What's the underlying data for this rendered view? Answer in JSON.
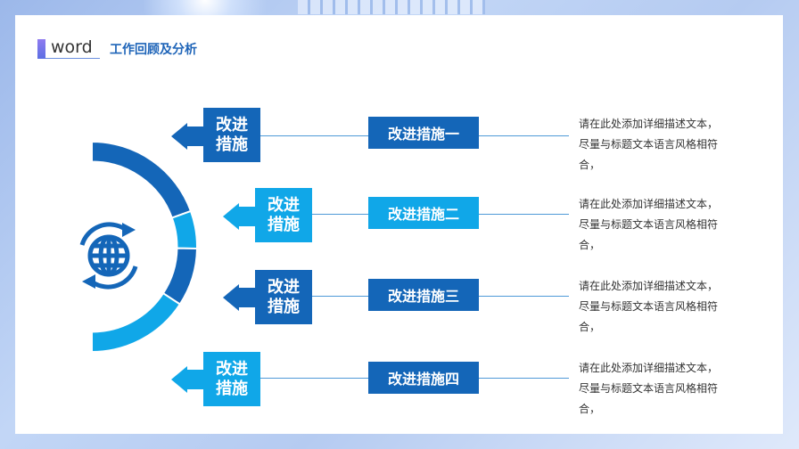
{
  "header": {
    "badge": "word",
    "title": "工作回顾及分析"
  },
  "rows": [
    {
      "arrow_text": "改进\n措施",
      "measure": "改进措施一",
      "desc": "请在此处添加详细描述文本，尽量与标题文本语言风格相符合，"
    },
    {
      "arrow_text": "改进\n措施",
      "measure": "改进措施二",
      "desc": "请在此处添加详细描述文本，尽量与标题文本语言风格相符合，"
    },
    {
      "arrow_text": "改进\n措施",
      "measure": "改进措施三",
      "desc": "请在此处添加详细描述文本，尽量与标题文本语言风格相符合，"
    },
    {
      "arrow_text": "改进\n措施",
      "measure": "改进措施四",
      "desc": "请在此处添加详细描述文本，尽量与标题文本语言风格相符合，"
    }
  ],
  "icons": {
    "center": "globe-refresh-icon"
  },
  "colors": {
    "dark": "#1466b8",
    "light": "#10a7e8",
    "title": "#1e64b8"
  }
}
